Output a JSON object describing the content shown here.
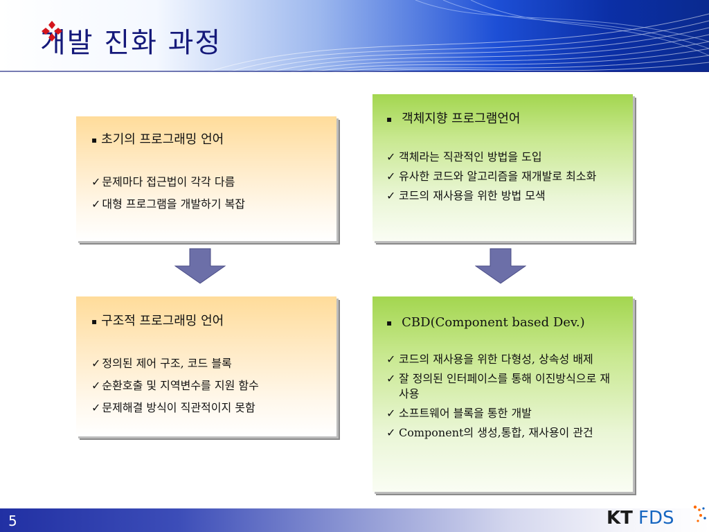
{
  "slide": {
    "title": "개발 진화 과정",
    "page_number": "5"
  },
  "boxes": {
    "early": {
      "heading": "초기의 프로그래밍 언어",
      "items": [
        "문제마다 접근법이 각각 다름",
        "대형 프로그램을 개발하기 복잡"
      ]
    },
    "structured": {
      "heading": "구조적 프로그래밍 언어",
      "items": [
        "정의된 제어 구조, 코드 블록",
        "순환호출 및 지역변수를 지원 함수",
        "문제해결 방식이 직관적이지 못함"
      ]
    },
    "oop": {
      "heading": "객체지향 프로그램언어",
      "items": [
        "객체라는 직관적인 방법을 도입",
        "유사한 코드와 알고리즘을 재개발로 최소화",
        "코드의 재사용을 위한 방법 모색"
      ]
    },
    "cbd": {
      "heading": "CBD(Component based Dev.)",
      "items": [
        "코드의 재사용을 위한 다형성, 상속성 배제",
        "잘 정의된 인터페이스를 통해 이진방식으로 재사용",
        "소프트웨어 블록을 통한 개발",
        "Component의 생성,통합, 재사용이 관건"
      ]
    }
  },
  "logo": {
    "text": "KT FDS"
  },
  "colors": {
    "title": "#15197a",
    "arrow": "#6c6fa8",
    "orange_box": "#ffdc9a",
    "green_box": "#a3d64f",
    "title_icon": "#d4141c"
  },
  "symbols": {
    "bullet": "▪",
    "check": "✓"
  }
}
